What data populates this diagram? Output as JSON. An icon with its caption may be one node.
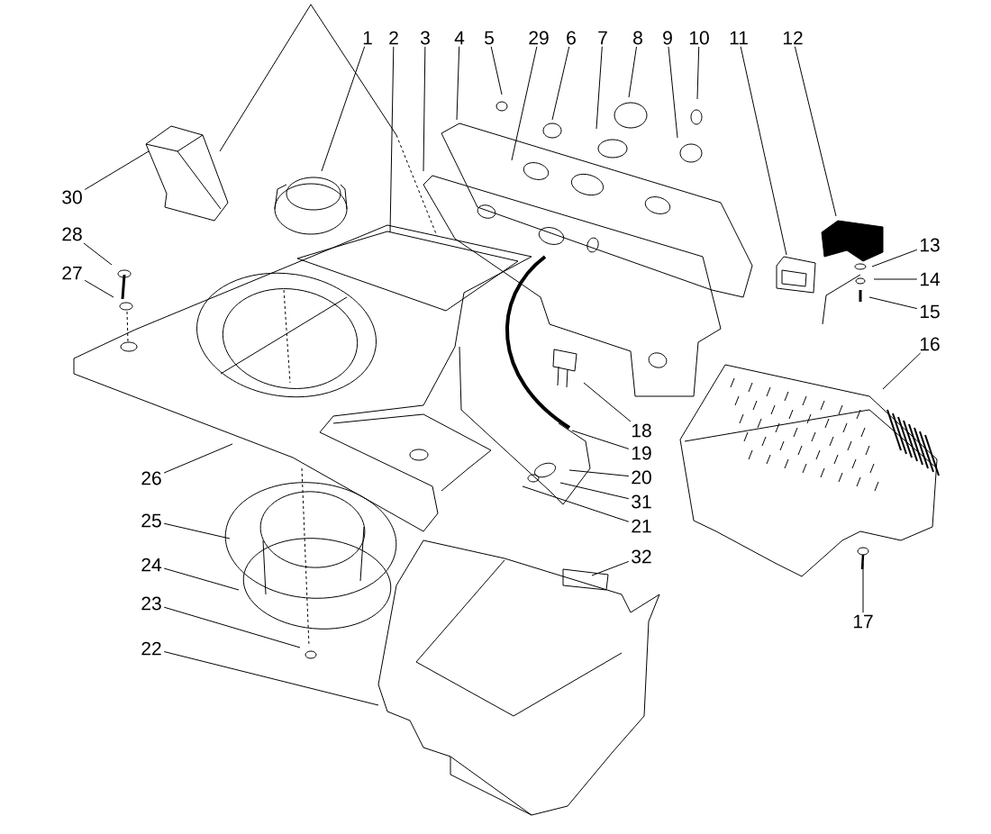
{
  "diagram": {
    "nodes": [
      {
        "text": [
          "1"
        ]
      },
      {
        "text": [
          "2"
        ]
      },
      {
        "text": [
          "3"
        ]
      },
      {
        "text": [
          "4"
        ]
      },
      {
        "text": [
          "5"
        ]
      },
      {
        "text": [
          "29"
        ]
      },
      {
        "text": [
          "6"
        ]
      },
      {
        "text": [
          "7"
        ]
      },
      {
        "text": [
          "8"
        ]
      },
      {
        "text": [
          "9"
        ]
      },
      {
        "text": [
          "10"
        ]
      },
      {
        "text": [
          "11"
        ]
      },
      {
        "text": [
          "12"
        ]
      },
      {
        "text": [
          "30"
        ]
      },
      {
        "text": [
          "28"
        ]
      },
      {
        "text": [
          "27"
        ]
      },
      {
        "text": [
          "26"
        ]
      },
      {
        "text": [
          "25"
        ]
      },
      {
        "text": [
          "24"
        ]
      },
      {
        "text": [
          "23"
        ]
      },
      {
        "text": [
          "22"
        ]
      },
      {
        "text": [
          "18"
        ]
      },
      {
        "text": [
          "19"
        ]
      },
      {
        "text": [
          "20"
        ]
      },
      {
        "text": [
          "31"
        ]
      },
      {
        "text": [
          "21"
        ]
      },
      {
        "text": [
          "32"
        ]
      },
      {
        "text": [
          "13"
        ]
      },
      {
        "text": [
          "14"
        ]
      },
      {
        "text": [
          "15"
        ]
      },
      {
        "text": [
          "16"
        ]
      },
      {
        "text": [
          "17"
        ]
      }
    ],
    "edges": [
      {
        "from": 0,
        "to": null,
        "arrow": "none"
      },
      {
        "from": 1,
        "to": null,
        "arrow": "none"
      },
      {
        "from": 2,
        "to": null,
        "arrow": "none"
      },
      {
        "from": 3,
        "to": null,
        "arrow": "none"
      },
      {
        "from": 4,
        "to": null,
        "arrow": "none"
      },
      {
        "from": 5,
        "to": null,
        "arrow": "none"
      },
      {
        "from": 6,
        "to": null,
        "arrow": "none"
      },
      {
        "from": 7,
        "to": null,
        "arrow": "none"
      },
      {
        "from": 8,
        "to": null,
        "arrow": "none"
      },
      {
        "from": 9,
        "to": null,
        "arrow": "none"
      },
      {
        "from": 10,
        "to": null,
        "arrow": "none"
      },
      {
        "from": 11,
        "to": null,
        "arrow": "none"
      },
      {
        "from": 12,
        "to": null,
        "arrow": "none"
      },
      {
        "from": 13,
        "to": null,
        "arrow": "none"
      },
      {
        "from": 14,
        "to": null,
        "arrow": "none"
      },
      {
        "from": 15,
        "to": null,
        "arrow": "none"
      },
      {
        "from": 16,
        "to": null,
        "arrow": "none"
      },
      {
        "from": 17,
        "to": null,
        "arrow": "none"
      },
      {
        "from": 18,
        "to": null,
        "arrow": "none"
      },
      {
        "from": 19,
        "to": null,
        "arrow": "none"
      },
      {
        "from": 20,
        "to": null,
        "arrow": "none"
      },
      {
        "from": 21,
        "to": null,
        "arrow": "none"
      },
      {
        "from": 22,
        "to": null,
        "arrow": "none"
      },
      {
        "from": 23,
        "to": null,
        "arrow": "none"
      },
      {
        "from": 24,
        "to": null,
        "arrow": "none"
      },
      {
        "from": 25,
        "to": null,
        "arrow": "none"
      },
      {
        "from": 26,
        "to": null,
        "arrow": "none"
      },
      {
        "from": 27,
        "to": null,
        "arrow": "none"
      },
      {
        "from": 28,
        "to": null,
        "arrow": "none"
      },
      {
        "from": 29,
        "to": null,
        "arrow": "none"
      },
      {
        "from": 30,
        "to": null,
        "arrow": "none"
      },
      {
        "from": 31,
        "to": null,
        "arrow": "none"
      }
    ]
  }
}
